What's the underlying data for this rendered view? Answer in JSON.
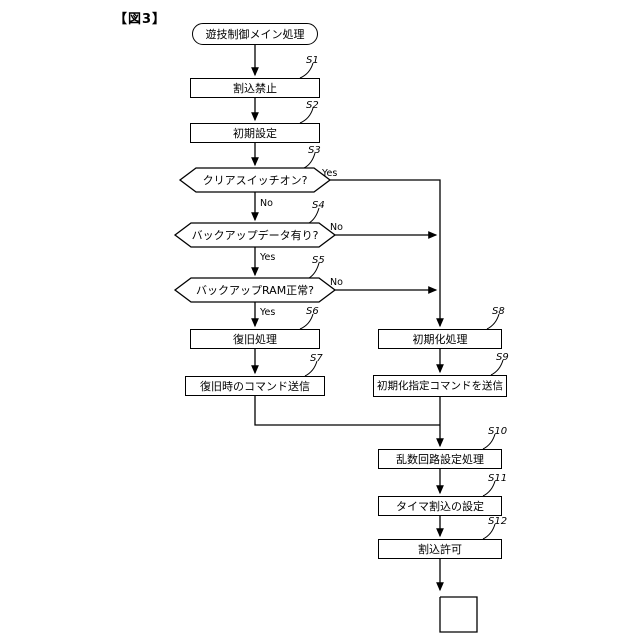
{
  "figure": {
    "label": "【図3】"
  },
  "nodes": {
    "start": {
      "label": "遊技制御メイン処理"
    },
    "s1": {
      "step": "S1",
      "label": "割込禁止"
    },
    "s2": {
      "step": "S2",
      "label": "初期設定"
    },
    "s3": {
      "step": "S3",
      "label": "クリアスイッチオン?",
      "yes": "Yes",
      "no": "No"
    },
    "s4": {
      "step": "S4",
      "label": "バックアップデータ有り?",
      "yes": "Yes",
      "no": "No"
    },
    "s5": {
      "step": "S5",
      "label": "バックアップRAM正常?",
      "yes": "Yes",
      "no": "No"
    },
    "s6": {
      "step": "S6",
      "label": "復旧処理"
    },
    "s7": {
      "step": "S7",
      "label": "復旧時のコマンド送信"
    },
    "s8": {
      "step": "S8",
      "label": "初期化処理"
    },
    "s9": {
      "step": "S9",
      "label": "初期化指定コマンドを送信"
    },
    "s10": {
      "step": "S10",
      "label": "乱数回路設定処理"
    },
    "s11": {
      "step": "S11",
      "label": "タイマ割込の設定"
    },
    "s12": {
      "step": "S12",
      "label": "割込許可"
    }
  },
  "colors": {
    "line": "#000000",
    "background": "#ffffff"
  }
}
